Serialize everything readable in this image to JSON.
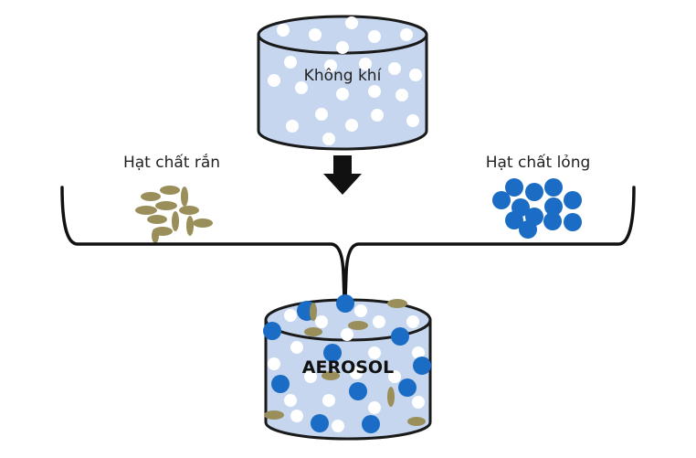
{
  "labels": {
    "air": "Không khí",
    "solid": "Hạt chất rắn",
    "liquid": "Hạt chất lỏng",
    "aerosol": "AEROSOL"
  },
  "colors": {
    "cylinder_fill": "#c5d6ee",
    "cylinder_stroke": "#1a1a1a",
    "air_particle": "#ffffff",
    "solid_particle": "#9a8f5a",
    "liquid_particle": "#1a6cc4",
    "arrow": "#111111",
    "bracket": "#111111"
  }
}
